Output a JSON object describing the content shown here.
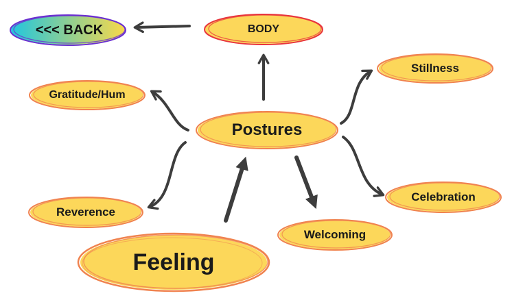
{
  "colors": {
    "fill": "#fcd75a",
    "outline": "#f0834f",
    "body_outline": "#e8353c",
    "arrow": "#3d3d3d",
    "back_outline": "#6a2fd0",
    "back_gradient_start": "#22c6de",
    "back_gradient_end": "#f8d84a"
  },
  "diagram": {
    "back_button": {
      "label": "<<< BACK",
      "icon": "arrow-left-icon"
    },
    "nodes": {
      "body": "BODY",
      "postures": "Postures",
      "gratitude": "Gratitude/Hum",
      "stillness": "Stillness",
      "reverence": "Reverence",
      "celebration": "Celebration",
      "welcoming": "Welcoming",
      "feeling": "Feeling"
    }
  }
}
